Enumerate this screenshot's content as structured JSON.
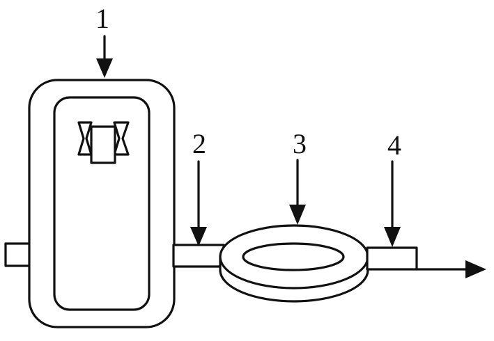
{
  "diagram": {
    "callouts": [
      {
        "label": "1"
      },
      {
        "label": "2"
      },
      {
        "label": "3"
      },
      {
        "label": "4"
      }
    ],
    "colors": {
      "line": "#111111",
      "background": "#ffffff"
    }
  }
}
